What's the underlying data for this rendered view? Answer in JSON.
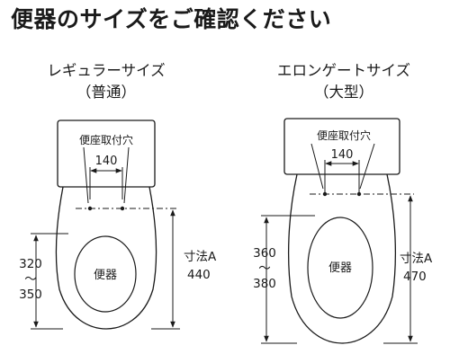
{
  "title": "便器のサイズをご確認ください",
  "labels": {
    "mount_hole": "便座取付穴",
    "bowl": "便器",
    "dimension_a": "寸法A",
    "tilde": "～"
  },
  "regular": {
    "heading": "レギュラーサイズ",
    "sub": "（普通）",
    "hole_spacing": "140",
    "bowl_min": "320",
    "bowl_max": "350",
    "length_a": "440"
  },
  "elongated": {
    "heading": "エロンゲートサイズ",
    "sub": "（大型）",
    "hole_spacing": "140",
    "bowl_min": "360",
    "bowl_max": "380",
    "length_a": "470"
  }
}
